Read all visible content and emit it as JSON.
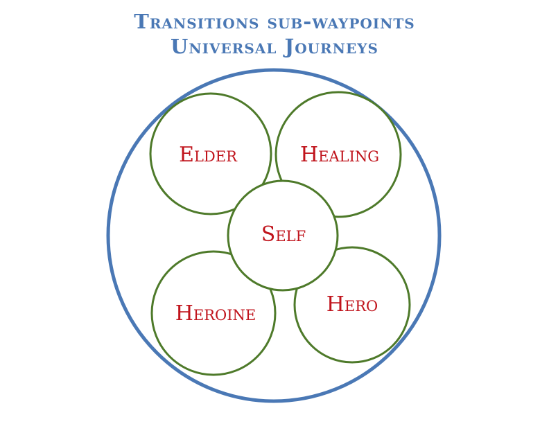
{
  "title": {
    "line1": "Transitions sub-waypoints",
    "line2": "Universal Journeys"
  },
  "colors": {
    "title": "#4a78b5",
    "outer_circle": "#4a78b5",
    "inner_circle_stroke": "#4e7a2a",
    "inner_circle_fill": "#ffffff",
    "label": "#c0141c"
  },
  "nodes": {
    "elder": "Elder",
    "healing": "Healing",
    "self": "Self",
    "heroine": "Heroine",
    "hero": "Hero"
  }
}
